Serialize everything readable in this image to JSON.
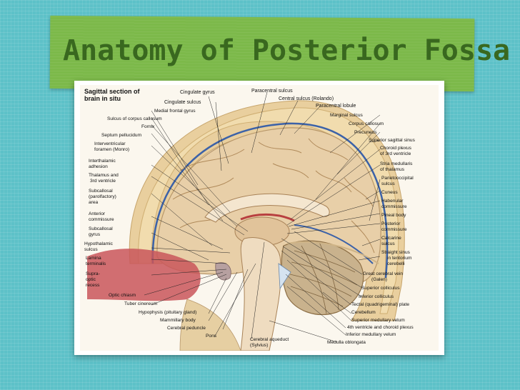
{
  "slide": {
    "title": "Anatomy of Posterior Fossa"
  },
  "diagram": {
    "heading_line1": "Sagittal section of",
    "heading_line2": "brain in situ",
    "labels_top": [
      "Cingulate gyrus",
      "Paracentral sulcus",
      "Cingulate sulcus",
      "Central sulcus (Rolando)",
      "Paracentral lobule"
    ],
    "labels_left": [
      "Medial frontal gyrus",
      "Sulcus of corpus callosum",
      "Fornix",
      "Septum pellucidum",
      "Interventricular",
      "foramen (Monro)",
      "Interthalamic",
      "adhesion",
      "Thalamus and",
      "3rd ventricle",
      "Subcallosal",
      "(parolfactory)",
      "area",
      "Anterior",
      "commissure",
      "Subcallosal",
      "gyrus",
      "Hypothalamic",
      "sulcus",
      "Lamina",
      "terminalis",
      "Supra-",
      "optic",
      "recess",
      "Optic chiasm",
      "Tuber cinereum",
      "Hypophysis (pituitary gland)",
      "Mammillary body",
      "Cerebral peduncle",
      "Pons"
    ],
    "labels_right": [
      "Marginal sulcus",
      "Corpus callosum",
      "Precuneus",
      "Superior sagittal sinus",
      "Choroid plexus",
      "of 3rd ventricle",
      "Stria medullaris",
      "of thalamus",
      "Parietooccipital",
      "sulcus",
      "Cuneus",
      "Habenular",
      "commissure",
      "Pineal body",
      "Posterior",
      "commissure",
      "Calcarine",
      "sulcus",
      "Straight sinus",
      "in tentorium",
      "cerebelli",
      "Great cerebral vein",
      "(Galen)",
      "Superior colliculus",
      "Inferior colliculus",
      "Tectal (quadrigeminal) plate",
      "Cerebellum",
      "Superior medullary velum",
      "4th ventricle and choroid plexus",
      "Inferior medullary velum",
      "Medulla oblongata"
    ],
    "labels_bottom": [
      "Cerebral aqueduct",
      "(Sylvius)"
    ]
  },
  "colors": {
    "background": "#5dc1c8",
    "banner": "#7cb94a",
    "title_text": "#39681f",
    "brain": "#e8cfa8",
    "cerebellum": "#c9b28d",
    "vessel_red": "#b84040",
    "sinus_blue": "#3c62a8"
  }
}
